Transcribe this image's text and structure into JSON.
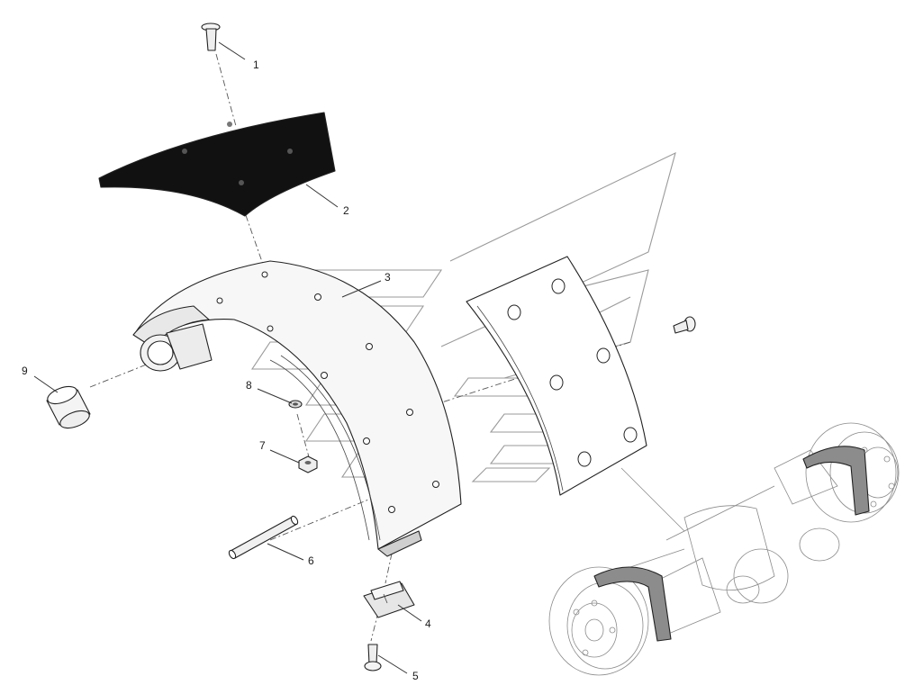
{
  "callouts": [
    {
      "id": "1",
      "part": "screw"
    },
    {
      "id": "2",
      "part": "friction-lining"
    },
    {
      "id": "3",
      "part": "brake-shoe"
    },
    {
      "id": "4",
      "part": "clip"
    },
    {
      "id": "5",
      "part": "bolt"
    },
    {
      "id": "6",
      "part": "pin"
    },
    {
      "id": "7",
      "part": "nut"
    },
    {
      "id": "8",
      "part": "washer"
    },
    {
      "id": "9",
      "part": "bushing"
    }
  ]
}
